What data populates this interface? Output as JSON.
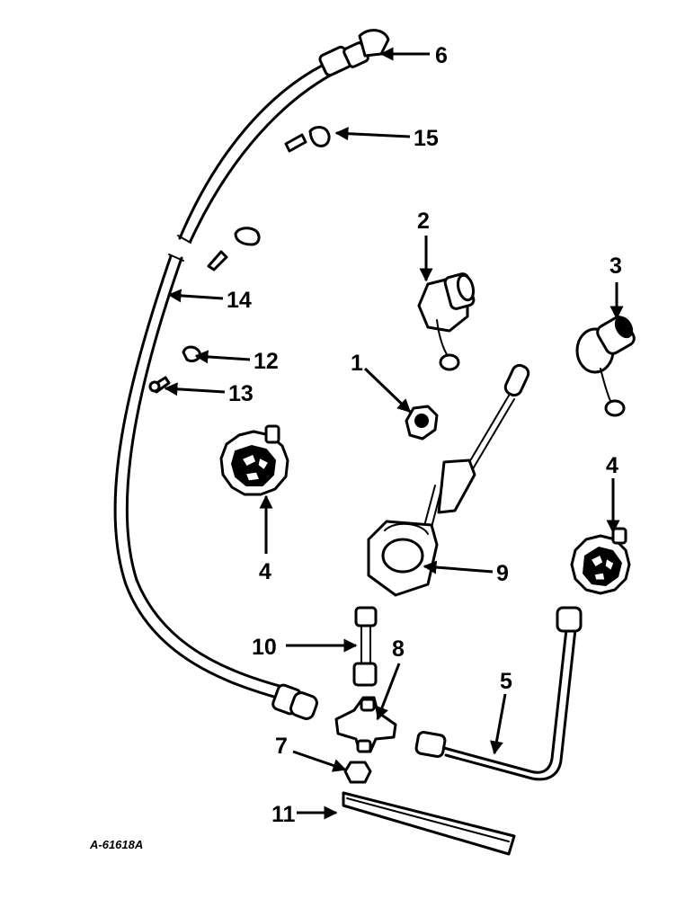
{
  "drawing_id": "A-61618A",
  "callouts": {
    "c1": "1",
    "c2": "2",
    "c3": "3",
    "c4a": "4",
    "c4b": "4",
    "c5": "5",
    "c6": "6",
    "c7": "7",
    "c8": "8",
    "c9": "9",
    "c10": "10",
    "c11": "11",
    "c12": "12",
    "c13": "13",
    "c14": "14",
    "c15": "15"
  }
}
